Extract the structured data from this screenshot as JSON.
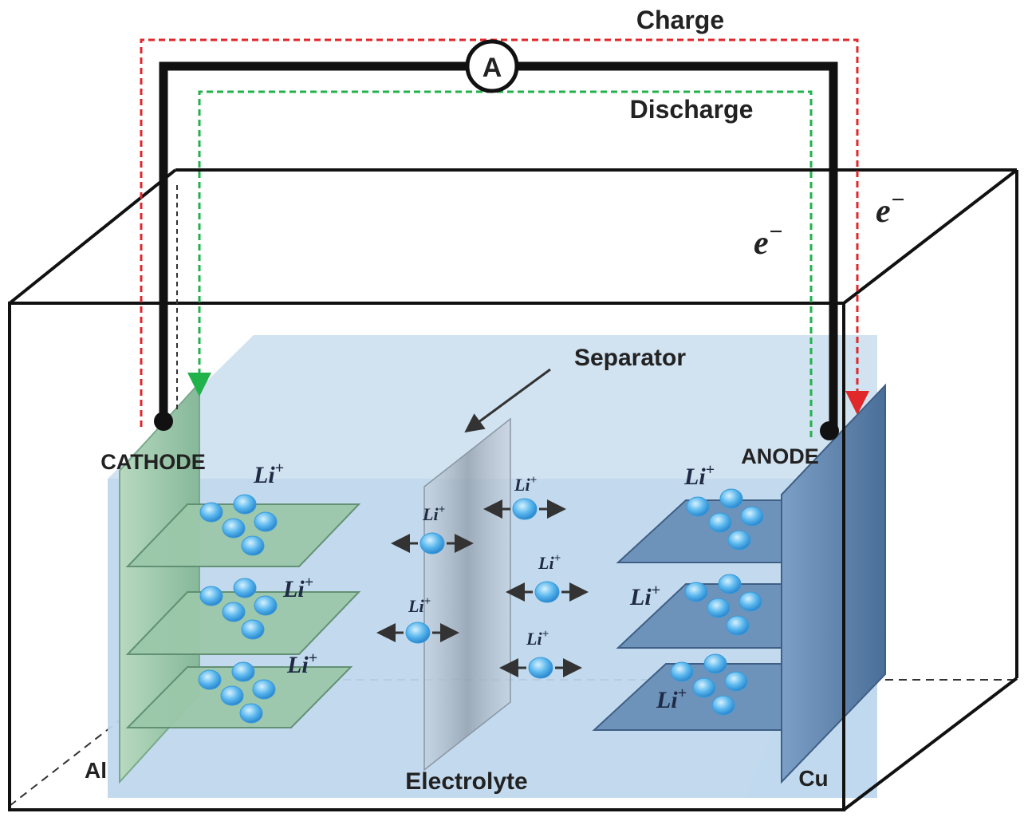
{
  "labels": {
    "charge": "Charge",
    "discharge": "Discharge",
    "ammeter": "A",
    "electron": "e",
    "electron_sup": "−",
    "separator": "Separator",
    "cathode": "CATHODE",
    "anode": "ANODE",
    "electrolyte": "Electrolyte",
    "cathode_collector": "Al",
    "anode_collector": "Cu",
    "li_ion": "Li",
    "li_sup": "+"
  },
  "colors": {
    "charge_path": "#e0282b",
    "discharge_path": "#22b24c",
    "circuit_wire": "#111111",
    "electrolyte": "#b9d5ec",
    "cathode": "#9cc8aa",
    "anode": "#5f86b0",
    "li_ion": "#5cb8ee"
  }
}
